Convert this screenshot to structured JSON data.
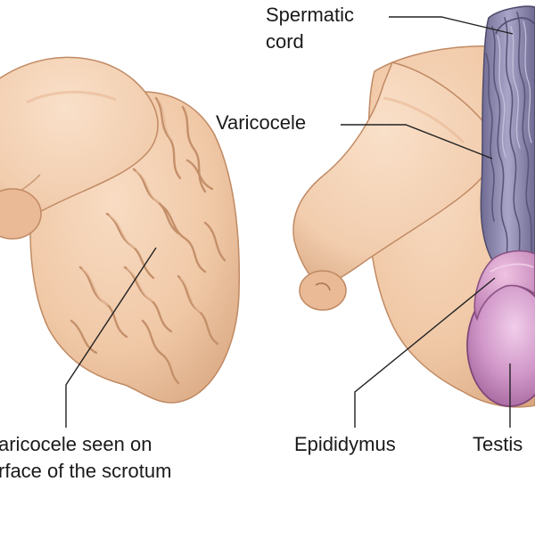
{
  "labels": {
    "spermatic_cord_line1": "Spermatic",
    "spermatic_cord_line2": "cord",
    "varicocele": "Varicocele",
    "surface_line1": "aricocele seen on",
    "surface_line2": "rface of the scrotum",
    "epididymus": "Epididymus",
    "testis": "Testis"
  },
  "colors": {
    "skin": "#f2cdae",
    "skin_shadow": "#d9a882",
    "vein": "#8c88ad",
    "vein_dark": "#5a5678",
    "testis": "#c98fc2",
    "testis_highlight": "#ecc2e4",
    "leader_line": "#222222"
  }
}
